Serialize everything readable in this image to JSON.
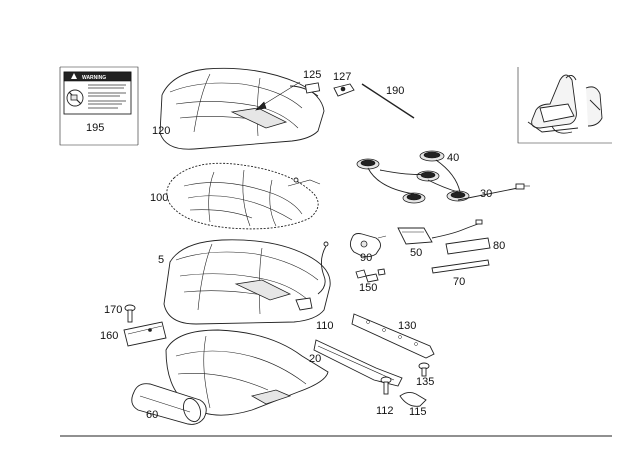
{
  "diagram": {
    "warning_label_text": "WARNING",
    "part_numbers": {
      "p5": "5",
      "p20": "20",
      "p30": "30",
      "p40": "40",
      "p50": "50",
      "p60": "60",
      "p70": "70",
      "p80": "80",
      "p90": "90",
      "p100": "100",
      "p110": "110",
      "p112": "112",
      "p115": "115",
      "p120": "120",
      "p125": "125",
      "p127": "127",
      "p130": "130",
      "p135": "135",
      "p150": "150",
      "p160": "160",
      "p170": "170",
      "p190": "190",
      "p195": "195"
    }
  }
}
